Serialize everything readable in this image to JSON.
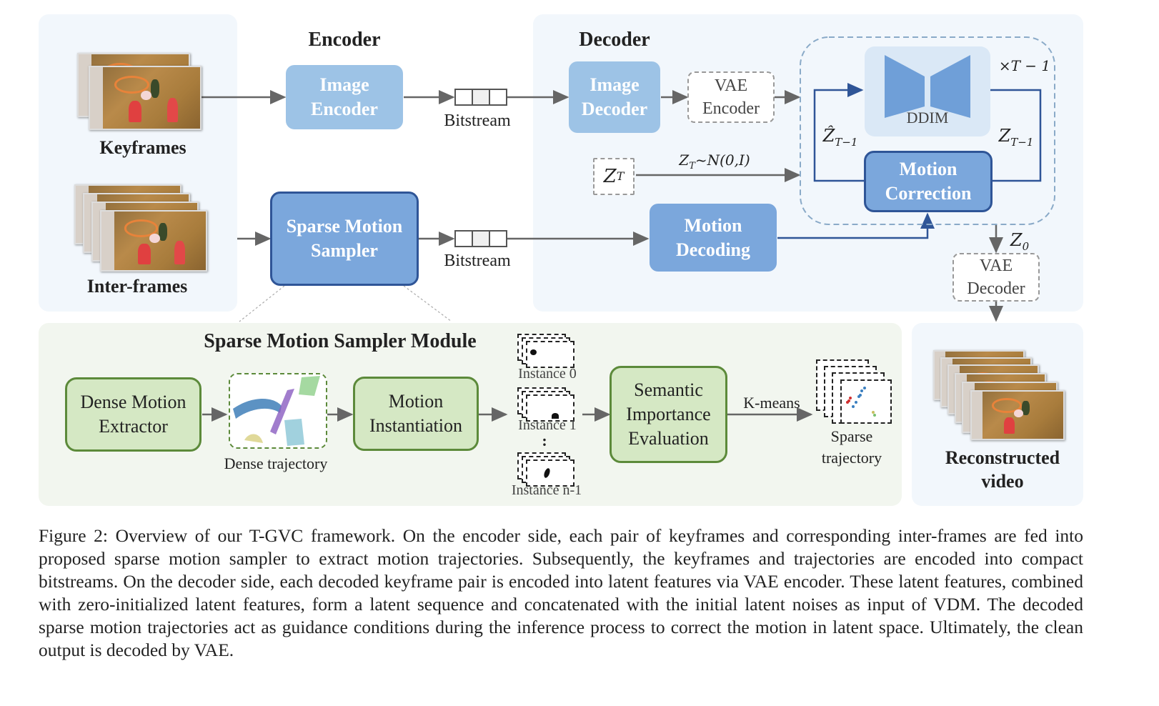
{
  "figure": {
    "encoder_section": {
      "title": "Encoder",
      "image_encoder": "Image Encoder",
      "sparse_motion_sampler": "Sparse Motion Sampler",
      "bitstream_label_top": "Bitstream",
      "bitstream_label_bottom": "Bitstream"
    },
    "inputs": {
      "keyframes_label": "Keyframes",
      "interframes_label": "Inter-frames"
    },
    "decoder_section": {
      "title": "Decoder",
      "image_decoder": "Image Decoder",
      "vae_encoder": "VAE Encoder",
      "zt_box": "Z_T",
      "zt_dist": "Z_T~N(0,I)",
      "motion_decoding": "Motion Decoding",
      "ddim": "DDIM",
      "repeat_label": "×T − 1",
      "zhat_label": "Ẑ_{T−1}",
      "z_label": "Z_{T−1}",
      "motion_correction": "Motion Correction",
      "z0_label": "Z_0",
      "vae_decoder": "VAE Decoder"
    },
    "sampler_module": {
      "title": "Sparse Motion Sampler Module",
      "dense_motion_extractor": "Dense Motion Extractor",
      "dense_trajectory_label": "Dense trajectory",
      "motion_instantiation": "Motion Instantiation",
      "instances": [
        "Instance 0",
        "Instance 1",
        "Instance n-1"
      ],
      "ellipsis": ":",
      "semantic_importance": "Semantic Importance Evaluation",
      "kmeans_label": "K-means",
      "sparse_trajectory_label": "Sparse trajectory"
    },
    "output": {
      "label": "Reconstructed video"
    },
    "colors": {
      "panel_blue": "#f2f7fc",
      "panel_green": "#f2f6ef",
      "light_blue_box": "#9dc3e6",
      "mid_blue_box": "#7ba7dc",
      "dark_blue_border": "#2f5597",
      "green_box": "#d5e8c4",
      "green_border": "#5c8a3a"
    }
  },
  "caption": "Figure 2: Overview of our T-GVC framework. On the encoder side, each pair of keyframes and corresponding inter-frames are fed into proposed sparse motion sampler to extract motion trajectories. Subsequently, the keyframes and trajectories are encoded into compact bitstreams. On the decoder side, each decoded keyframe pair is encoded into latent features via VAE encoder. These latent features, combined with zero-initialized latent features, form a latent sequence and concatenated with the initial latent noises as input of VDM. The decoded sparse motion trajectories act as guidance conditions during the inference process to correct the motion in latent space. Ultimately, the clean output is decoded by VAE."
}
